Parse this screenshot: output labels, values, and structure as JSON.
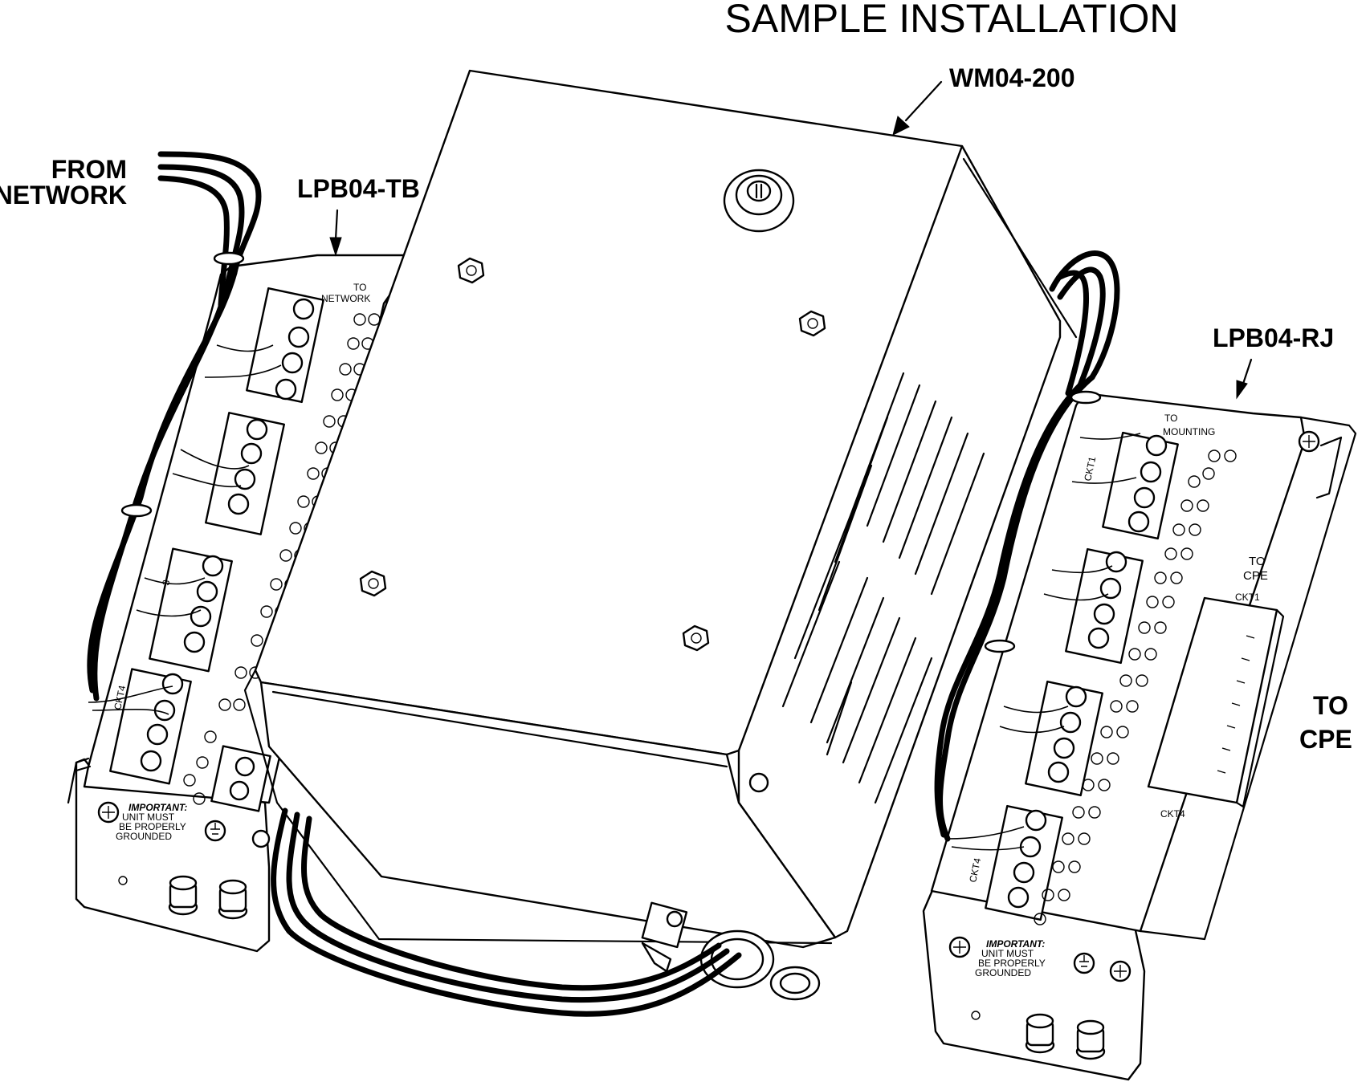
{
  "title": "SAMPLE INSTALLATION",
  "labels": {
    "wm": "WM04-200",
    "from_network_1": "FROM",
    "from_network_2": "NETWORK",
    "lpb_tb": "LPB04-TB",
    "lpb_rj": "LPB04-RJ",
    "to_cpe_1": "TO",
    "to_cpe_2": "CPE"
  },
  "left_panel": {
    "to_network_1": "TO",
    "to_network_2": "NETWORK",
    "ckt4": "CKT4",
    "ckt3": "3",
    "important": "IMPORTANT:",
    "unit_must": "UNIT MUST",
    "be_properly": "BE PROPERLY",
    "grounded": "GROUNDED"
  },
  "right_panel": {
    "to_mounting_1": "TO",
    "to_mounting_2": "MOUNTING",
    "to_cpe_1": "TO",
    "to_cpe_2": "CPE",
    "ckt1_label": "CKT1",
    "ckt4_label": "CKT4",
    "ckt4_side": "CKT4",
    "ckt1_side": "CKT1",
    "important": "IMPORTANT:",
    "unit_must": "UNIT MUST",
    "be_properly": "BE PROPERLY",
    "grounded": "GROUNDED"
  }
}
